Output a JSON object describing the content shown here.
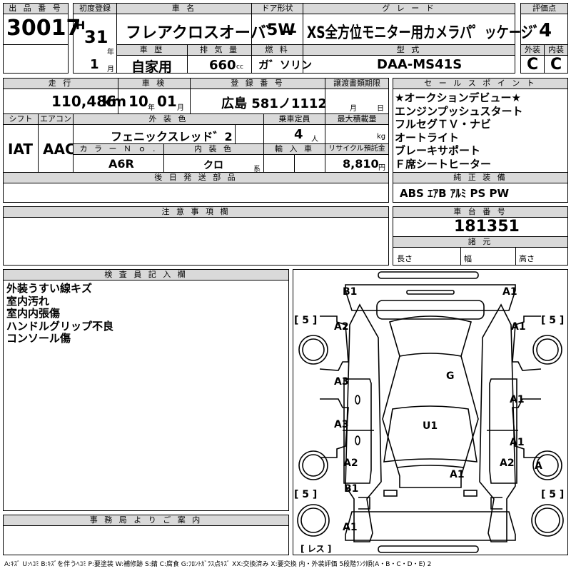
{
  "header": {
    "lot_label": "出 品 番 号",
    "lot_no": "30017",
    "reg_label": "初度登録",
    "era": "H",
    "year": "31",
    "year_unit": "年",
    "month": "1",
    "month_unit": "月",
    "name_label": "車 名",
    "car_name": "フレアクロスオーバ゛ー",
    "door_label": "ドア形状",
    "door": "5W",
    "grade_label": "グ レ ー ド",
    "grade": "XS全方位モニター用カメラパ゜ッケージ゛",
    "score_label": "評価点",
    "score": "4",
    "history_label": "車 歴",
    "history": "自家用",
    "displacement_label": "排 気 量",
    "displacement": "660",
    "displacement_unit": "cc",
    "fuel_label": "燃 料",
    "fuel": "ガ゛ソリン",
    "model_label": "型 式",
    "model": "DAA-MS41S",
    "ext_label": "外装",
    "ext_grade": "C",
    "int_label": "内装",
    "int_grade": "C"
  },
  "row2": {
    "mileage_label": "走 行",
    "mileage": "110,486",
    "mileage_unit": "km",
    "inspection_label": "車 検",
    "insp_year": "10",
    "insp_year_unit": "年",
    "insp_month": "01",
    "insp_month_unit": "月",
    "plate_label": "登 録 番 号",
    "plate": "広島 581ノ1112",
    "transfer_label": "譲渡書類期限",
    "transfer_month_unit": "月",
    "transfer_day_unit": "日",
    "sales_label": "セ ー ル ス ポ イ ン ト",
    "sales_points": [
      "★オークションデビュー★",
      "エンジンプッシュスタート",
      "フルセグＴＶ・ナビ",
      "オートライト",
      "ブレーキサポート",
      "Ｆ席シートヒーター"
    ]
  },
  "specs": {
    "shift_label": "シフト",
    "shift": "IAT",
    "ac_label": "エアコン",
    "ac": "AAC",
    "color_label": "外 装 色",
    "color": "フェニックスレッド゛2",
    "capacity_label": "乗車定員",
    "capacity": "4",
    "capacity_unit": "人",
    "load_label": "最大積載量",
    "load_unit": "kg",
    "color_no_label": "カ ラ ー Ｎ ｏ .",
    "color_no": "A6R",
    "int_color_label": "内 装 色",
    "int_color": "クロ",
    "int_color_unit": "系",
    "import_label": "輸 入 車",
    "recycle_label": "リサイクル預託金",
    "recycle": "8,810",
    "recycle_unit": "円",
    "later_label": "後 日 発 送 部 品",
    "equip_label": "純 正 装 備",
    "equipment": "ABS ｴｱB ｱﾙﾐ PS PW"
  },
  "notes": {
    "caution_label": "注 意 事 項 欄"
  },
  "chassis": {
    "label": "車 台 番 号",
    "number": "181351",
    "specs_label": "諸 元",
    "length_label": "長さ",
    "width_label": "幅",
    "height_label": "高さ"
  },
  "inspector": {
    "label": "検 査 員 記 入 欄",
    "comments": [
      "外装うすい線キズ",
      "室内汚れ",
      "室内内張傷",
      "ハンドルグリップ不良",
      "コンソール傷"
    ]
  },
  "office": {
    "label": "事 務 局 よ り ご 案 内"
  },
  "diagram": {
    "tire_left_front": "[ 5 ]",
    "tire_right_front": "[ 5 ]",
    "tire_left_rear": "[ 5 ]",
    "tire_right_rear": "[ 5 ]",
    "spare": "[ レス ]",
    "marks": [
      "B1",
      "A1",
      "A2",
      "A1",
      "G",
      "A3",
      "A1",
      "A3",
      "U1",
      "A1",
      "A2",
      "A2",
      "A1",
      "B1",
      "A1",
      "A"
    ]
  },
  "legend": "A:ｷｽﾞ U:ﾍｺﾐ B:ｷｽﾞを伴うﾍｺﾐ P:要塗装 W:補修跡 S:錆 C:腐食 G:ﾌﾛﾝﾄｶﾞﾗｽ点ｷｽﾞ XX:交換済み X:要交換 内・外装評価 5段階ﾗﾝｸ順(A・B・C・D・E) 2"
}
